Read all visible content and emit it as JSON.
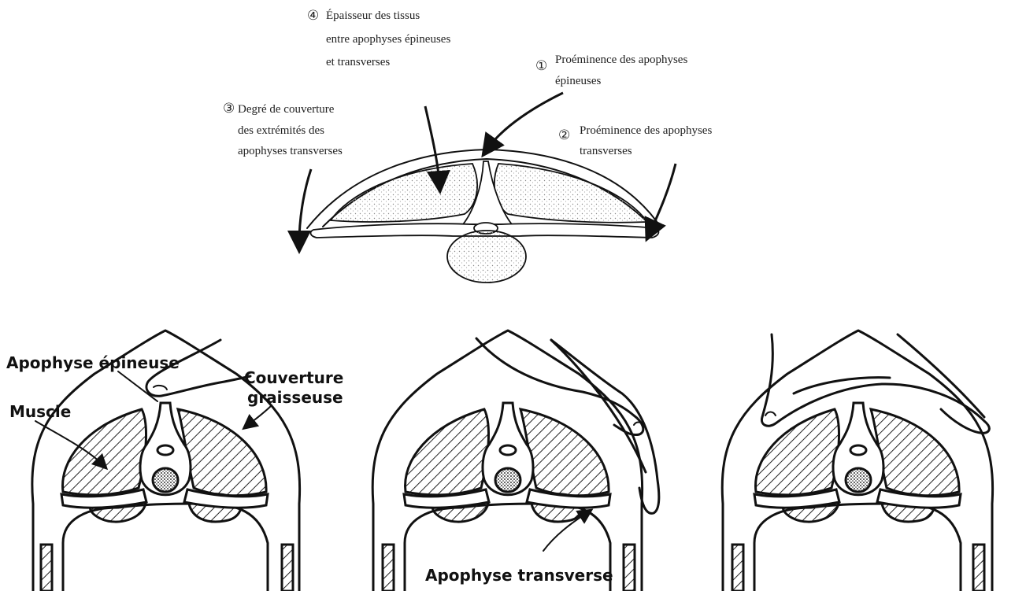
{
  "top_diagram": {
    "labels": {
      "label_4_number": "④",
      "label_4_lines": [
        "Épaisseur des tissus",
        "entre apophyses épineuses",
        "et transverses"
      ],
      "label_1_number": "①",
      "label_1_lines": [
        "Proéminence des apophyses",
        "épineuses"
      ],
      "label_3_number": "③",
      "label_3_lines": [
        "Degré de couverture",
        "des extrémités des",
        "apophyses transverses"
      ],
      "label_2_number": "②",
      "label_2_lines": [
        "Proéminence des apophyses",
        "transverses"
      ]
    }
  },
  "bottom_panels": {
    "spinous_process_label": "Apophyse épineuse",
    "fat_cover_label_line1": "Couverture",
    "fat_cover_label_line2": "graisseuse",
    "muscle_label": "Muscle",
    "transverse_process_label": "Apophyse transverse"
  }
}
